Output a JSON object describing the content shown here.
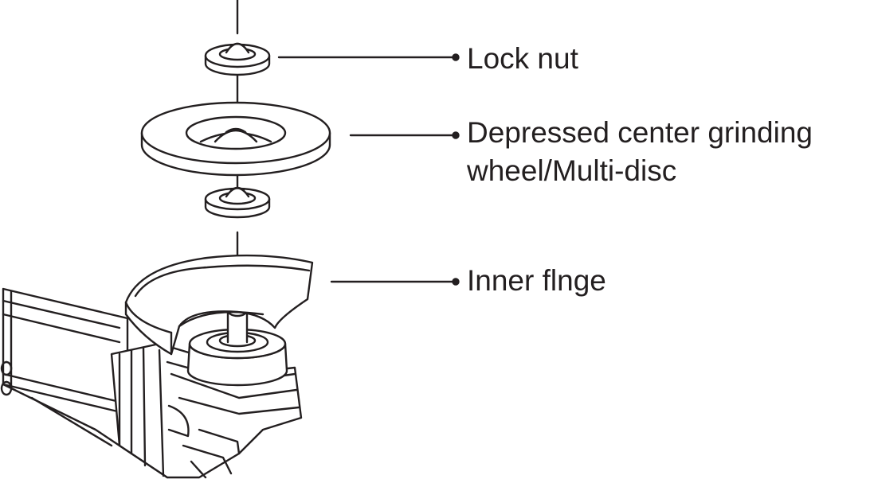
{
  "labels": {
    "lock_nut": "Lock nut",
    "wheel_line1": "Depressed center grinding",
    "wheel_line2": "wheel/Multi-disc",
    "inner_flange": "Inner flnge"
  },
  "colors": {
    "ink": "#231f20",
    "background": "#ffffff"
  }
}
